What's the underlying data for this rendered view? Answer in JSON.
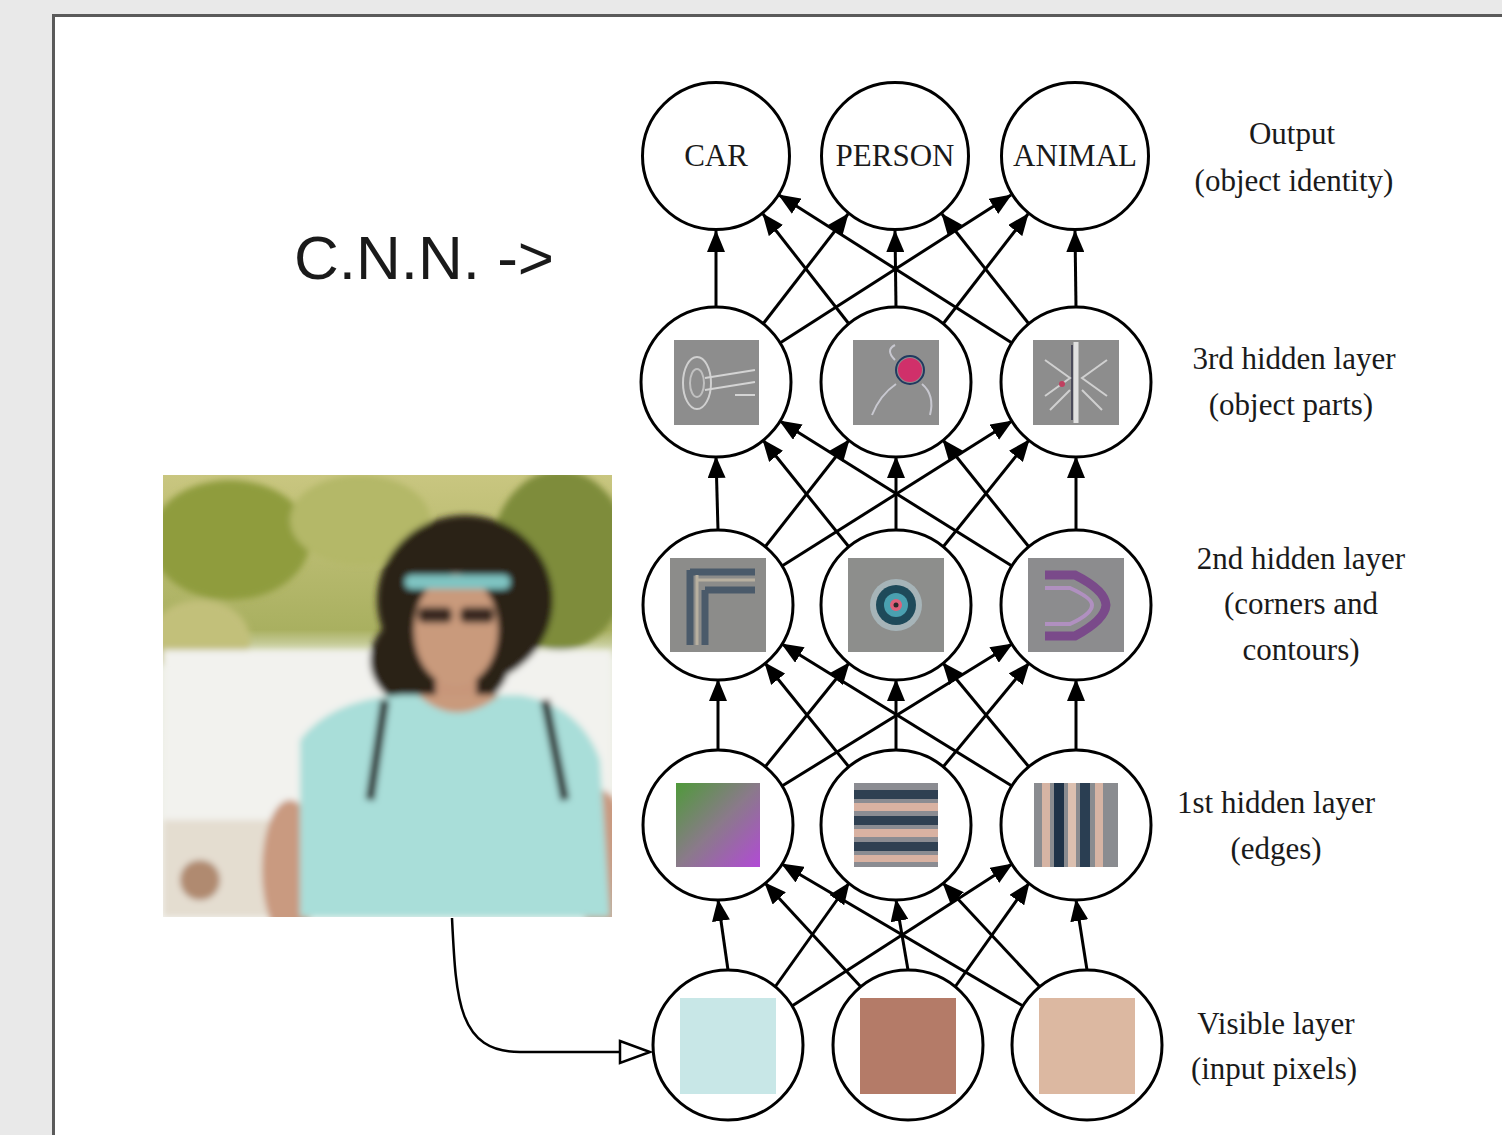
{
  "diagram": {
    "nodes": [
      {
        "text": [
          "CAR"
        ]
      },
      {
        "text": [
          "PERSON"
        ]
      },
      {
        "text": [
          "ANIMAL"
        ]
      }
    ],
    "labels": [
      "C.N.N. ->",
      "Output",
      "(object identity)",
      "3rd hidden layer",
      "(object parts)",
      "2nd hidden layer",
      "(corners and contours)",
      "1st hidden layer",
      "(edges)",
      "Visible layer",
      "(input pixels)"
    ]
  }
}
